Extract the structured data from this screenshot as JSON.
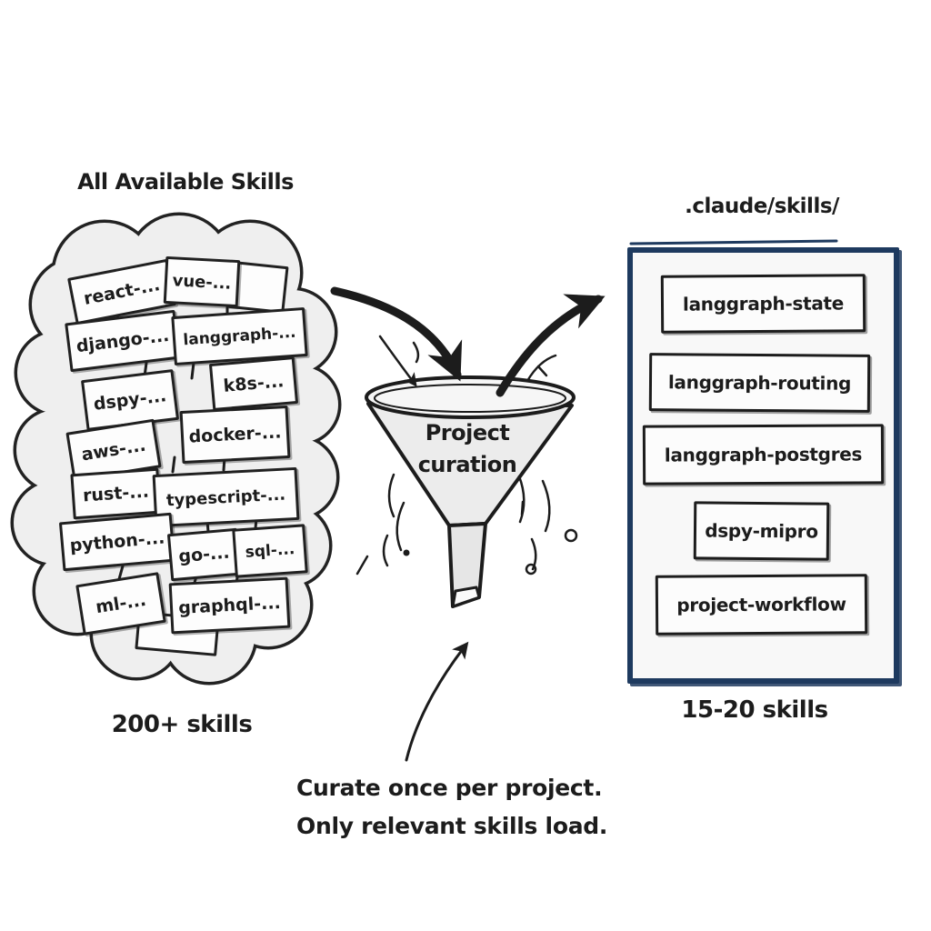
{
  "diagram": {
    "left": {
      "title": "All Available Skills",
      "skills": [
        "react-...",
        "vue-...",
        "django-...",
        "langgraph-...",
        "dspy-...",
        "k8s-...",
        "docker-...",
        "aws-...",
        "rust-...",
        "typescript-...",
        "python-...",
        "go-...",
        "sql-...",
        "ml-...",
        "graphql-..."
      ],
      "caption": "200+ skills"
    },
    "center": {
      "funnel_line1": "Project",
      "funnel_line2": "curation",
      "note_line1": "Curate once per project.",
      "note_line2": "Only relevant skills load."
    },
    "right": {
      "title": ".claude/skills/",
      "items": [
        "langgraph-state",
        "langgraph-routing",
        "langgraph-postgres",
        "dspy-mipro",
        "project-workflow"
      ],
      "caption": "15-20 skills"
    },
    "colors": {
      "ink": "#1c1c1c",
      "cloud_fill": "#efefef",
      "funnel_fill": "#ececec",
      "panel_border": "#1e3a5f"
    }
  }
}
